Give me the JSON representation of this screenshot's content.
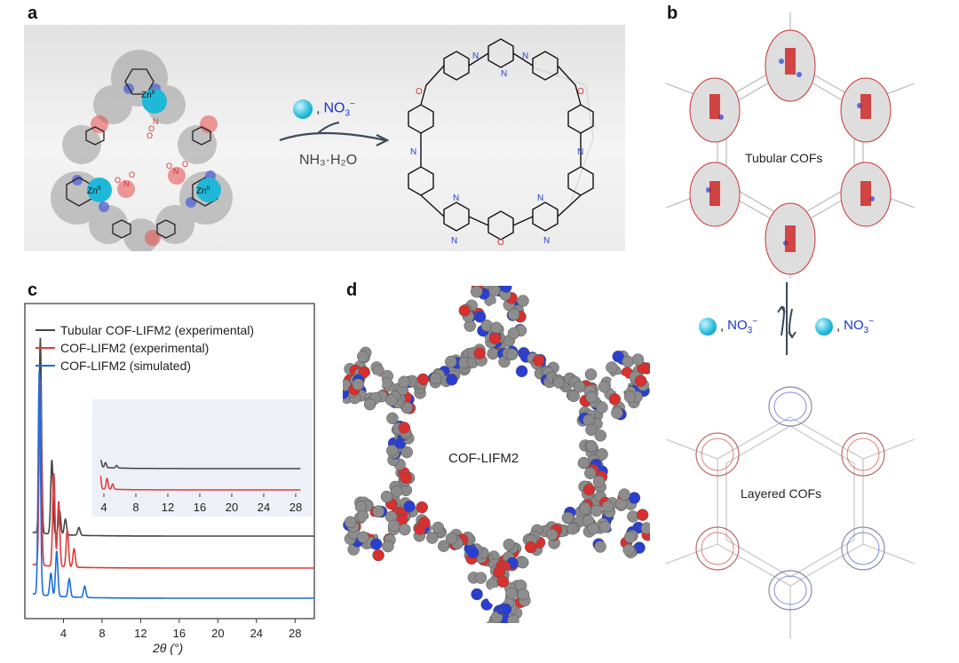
{
  "panels": {
    "a": {
      "letter": "a",
      "zn_label": "Zn",
      "zn_sup": "II",
      "reagent_ion": "NO",
      "reagent_ion_sub": "3",
      "reagent_ion_sup": "−",
      "reagent_base": "NH₃·H₂O"
    },
    "b": {
      "letter": "b",
      "top_label": "Tubular COFs",
      "bottom_label": "Layered COFs",
      "ion": "NO",
      "ion_sub": "3",
      "ion_sup": "−"
    },
    "c": {
      "letter": "c"
    },
    "d": {
      "letter": "d",
      "label": "COF-LIFM2"
    }
  },
  "colors": {
    "zn": "#1fb8d8",
    "nitrogen": "#2a3fd0",
    "oxygen": "#d8302f",
    "tubular_series": "#444444",
    "experimental_series": "#e03a3a",
    "simulated_series": "#1a6fe0"
  },
  "chart_data": {
    "type": "line",
    "xlabel": "2θ (°)",
    "xlim": [
      0,
      30
    ],
    "x_ticks": [
      "4",
      "8",
      "12",
      "16",
      "20",
      "24",
      "28"
    ],
    "series": [
      {
        "name": "Tubular COF-LIFM2 (experimental)",
        "peaks": [
          [
            1.6,
            1.0
          ],
          [
            2.8,
            0.38
          ],
          [
            3.6,
            0.12
          ],
          [
            4.2,
            0.08
          ],
          [
            5.6,
            0.04
          ]
        ]
      },
      {
        "name": "COF-LIFM2 (experimental)",
        "peaks": [
          [
            1.6,
            1.0
          ],
          [
            3.0,
            0.5
          ],
          [
            3.5,
            0.35
          ],
          [
            4.4,
            0.2
          ],
          [
            5.1,
            0.1
          ]
        ]
      },
      {
        "name": "COF-LIFM2 (simulated)",
        "peaks": [
          [
            1.5,
            1.0
          ],
          [
            2.7,
            0.1
          ],
          [
            3.3,
            0.2
          ],
          [
            4.6,
            0.08
          ],
          [
            6.2,
            0.05
          ]
        ]
      }
    ],
    "inset": {
      "x_ticks": [
        "4",
        "8",
        "12",
        "16",
        "20",
        "24",
        "28"
      ],
      "xlim": [
        3,
        29
      ]
    }
  }
}
